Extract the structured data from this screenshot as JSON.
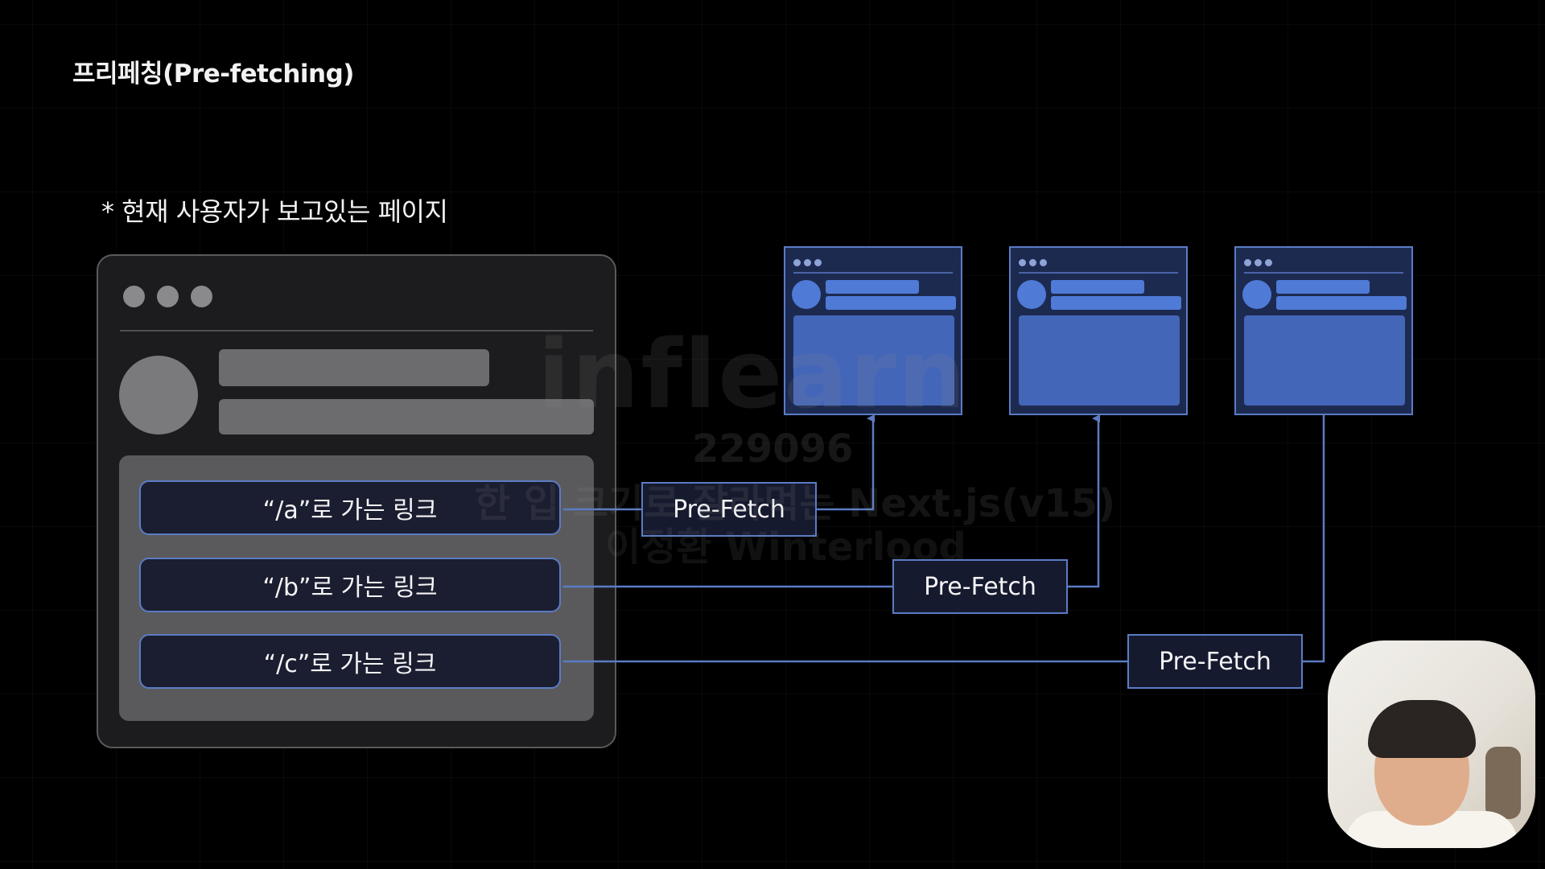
{
  "slide": {
    "title": "프리페칭(Pre-fetching)",
    "caption": "* 현재 사용자가 보고있는 페이지"
  },
  "links": [
    {
      "label": "“/a”로 가는 링크"
    },
    {
      "label": "“/b”로 가는 링크"
    },
    {
      "label": "“/c”로 가는 링크"
    }
  ],
  "prefetch": [
    {
      "label": "Pre-Fetch"
    },
    {
      "label": "Pre-Fetch"
    },
    {
      "label": "Pre-Fetch"
    }
  ],
  "watermark": {
    "logo": "inflearn",
    "id": "229096",
    "course": "한 입 크기로 잘라먹는 Next.js(v15)",
    "author": "이정환 Winterlood"
  },
  "colors": {
    "background": "#000000",
    "accent_blue": "#5b7cc4",
    "page_fill": "#1d2a50",
    "link_fill": "#1b1e30"
  }
}
